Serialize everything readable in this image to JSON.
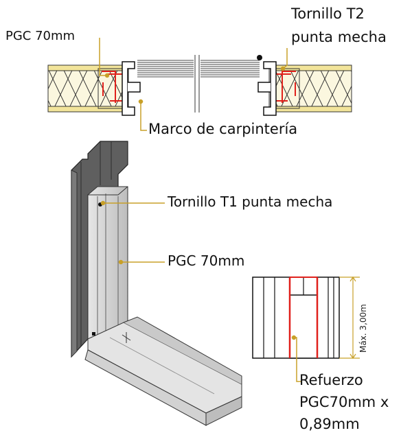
{
  "labels": {
    "pgc_top": "PGC 70mm",
    "tornillo_t2_line1": "Tornillo T2",
    "tornillo_t2_line2": "punta mecha",
    "marco": "Marco de carpintería",
    "tornillo_t1": "Tornillo T1 punta mecha",
    "pgc_mid": "PGC 70mm",
    "dimension": "Máx. 3,00m",
    "refuerzo_line1": "Refuerzo",
    "refuerzo_line2": "PGC70mm x",
    "refuerzo_line3": "0,89mm"
  },
  "colors": {
    "insulation": "#f5e9a8",
    "steel_dark": "#6e6e6e",
    "steel_light": "#d9d9d9",
    "reinforcement": "#e0201b",
    "leader": "#c8a028"
  }
}
